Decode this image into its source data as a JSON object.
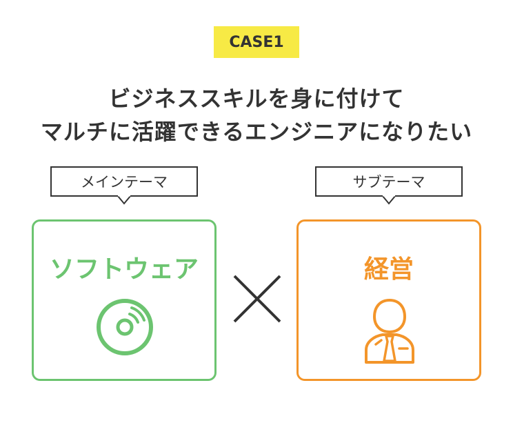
{
  "badge": {
    "label": "CASE1"
  },
  "title": {
    "line1": "ビジネススキルを身に付けて",
    "line2": "マルチに活躍できるエンジニアになりたい"
  },
  "main_theme": {
    "callout_label": "メインテーマ",
    "card_title": "ソフトウェア",
    "icon": "disc-icon",
    "color": "#6cc470"
  },
  "sub_theme": {
    "callout_label": "サブテーマ",
    "card_title": "経営",
    "icon": "businessperson-icon",
    "color": "#f3952a"
  },
  "operator": {
    "icon": "times-icon"
  },
  "colors": {
    "badge_bg": "#f7ea45",
    "text": "#333333"
  }
}
